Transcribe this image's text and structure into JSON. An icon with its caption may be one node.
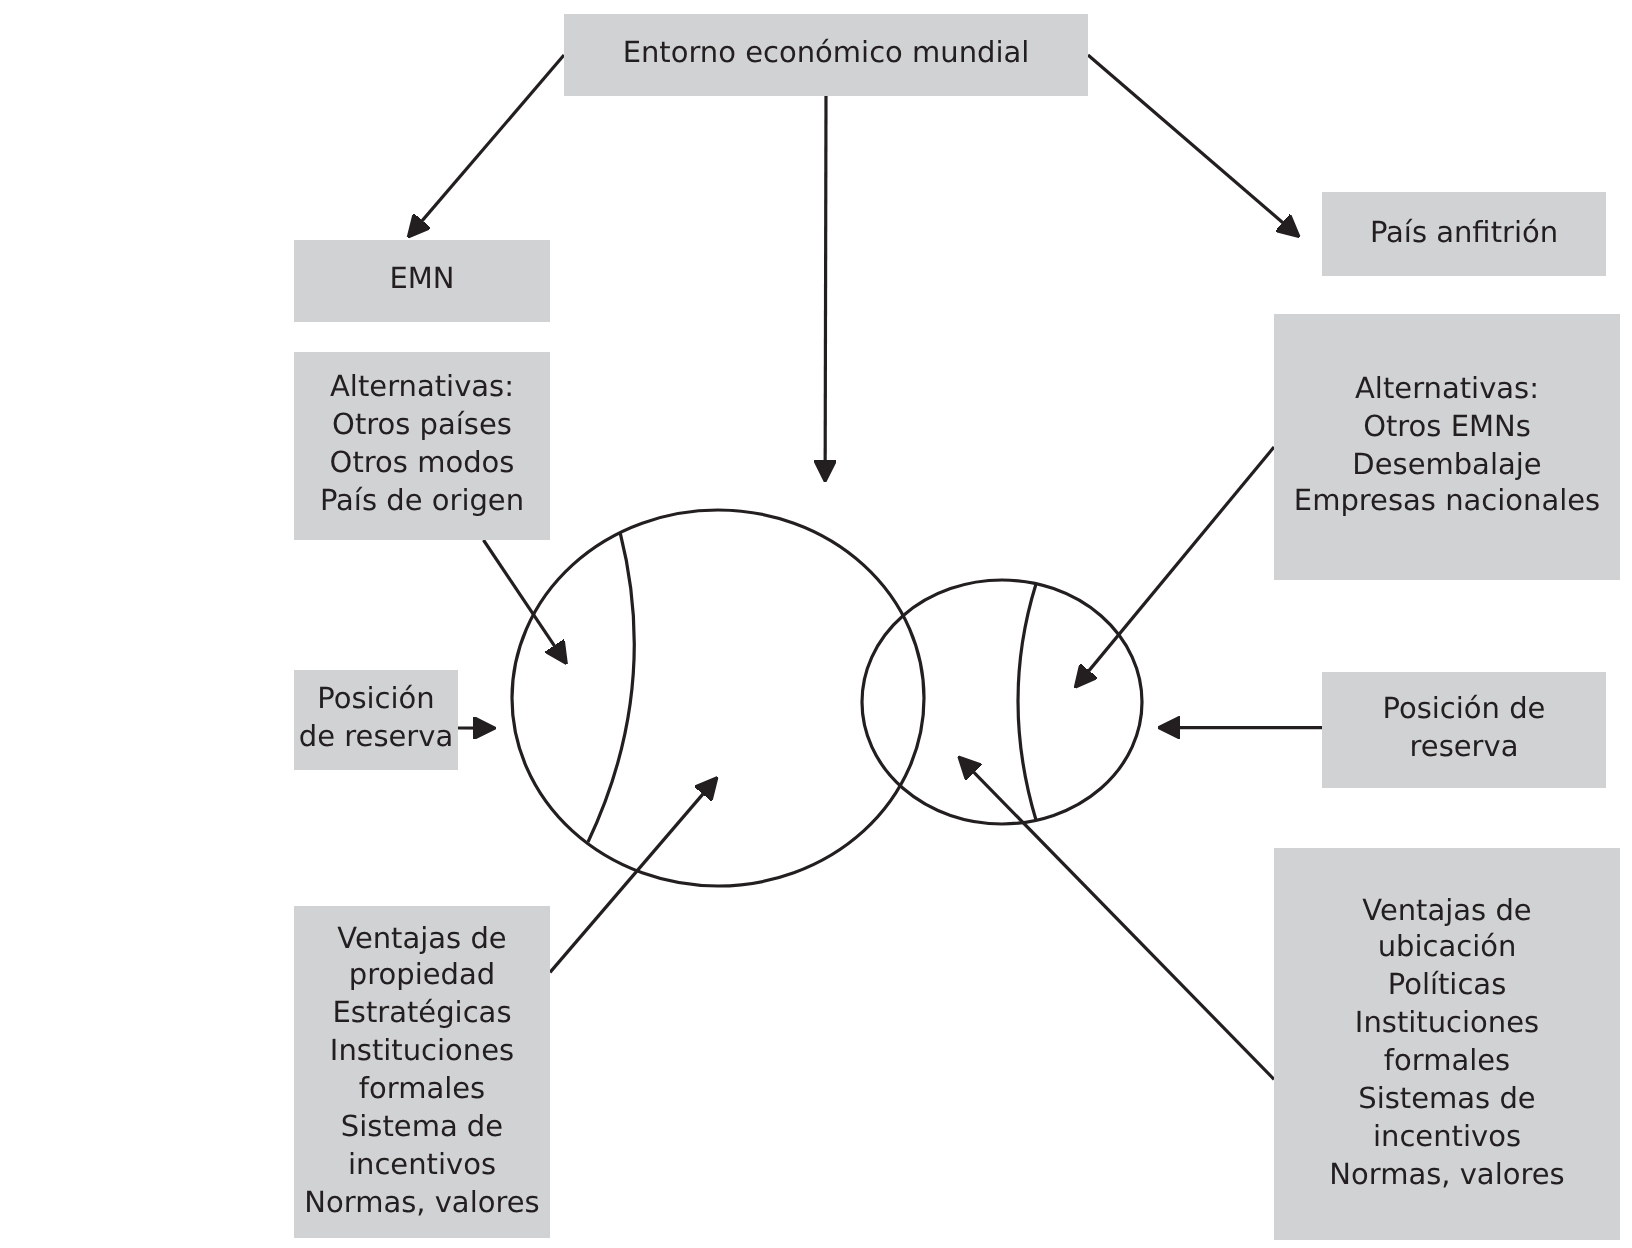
{
  "diagram": {
    "nodes": [
      {
        "text": [
          "Entorno económico mundial"
        ]
      },
      {
        "text": [
          "EMN"
        ]
      },
      {
        "text": [
          "País anfitrión"
        ]
      },
      {
        "text": [
          "Alternativas:",
          "Otros países",
          "Otros modos",
          "País de origen"
        ]
      },
      {
        "text": [
          "Alternativas:",
          "Otros EMNs",
          "Desembalaje",
          "Empresas nacionales"
        ]
      },
      {
        "text": [
          "Posición de reserva"
        ]
      },
      {
        "text": [],
        "shape": "circle"
      },
      {
        "text": [],
        "shape": "circle"
      },
      {
        "text": [
          "Posición de reserva"
        ]
      },
      {
        "text": [
          "Ventajas de propiedad",
          "Estratégicas",
          "Instituciones formales",
          "Sistema de incentivos",
          "Normas, valores"
        ]
      },
      {
        "text": [
          "Ventajas de ubicación",
          "Políticas",
          "Instituciones formales",
          "Sistemas de incentivos",
          "Normas, valores"
        ]
      }
    ],
    "edges": [
      {
        "from": 0,
        "to": 1,
        "arrow": "to"
      },
      {
        "from": 0,
        "to": 2,
        "arrow": "to"
      },
      {
        "from": 0,
        "to": 6,
        "arrow": "to"
      },
      {
        "from": 3,
        "to": 6,
        "arrow": "to"
      },
      {
        "from": 5,
        "to": 6,
        "arrow": "to"
      },
      {
        "from": 9,
        "to": 6,
        "arrow": "to"
      },
      {
        "from": 4,
        "to": 7,
        "arrow": "to"
      },
      {
        "from": 8,
        "to": 7,
        "arrow": "to"
      },
      {
        "from": 10,
        "to": 7,
        "arrow": "to"
      }
    ]
  }
}
